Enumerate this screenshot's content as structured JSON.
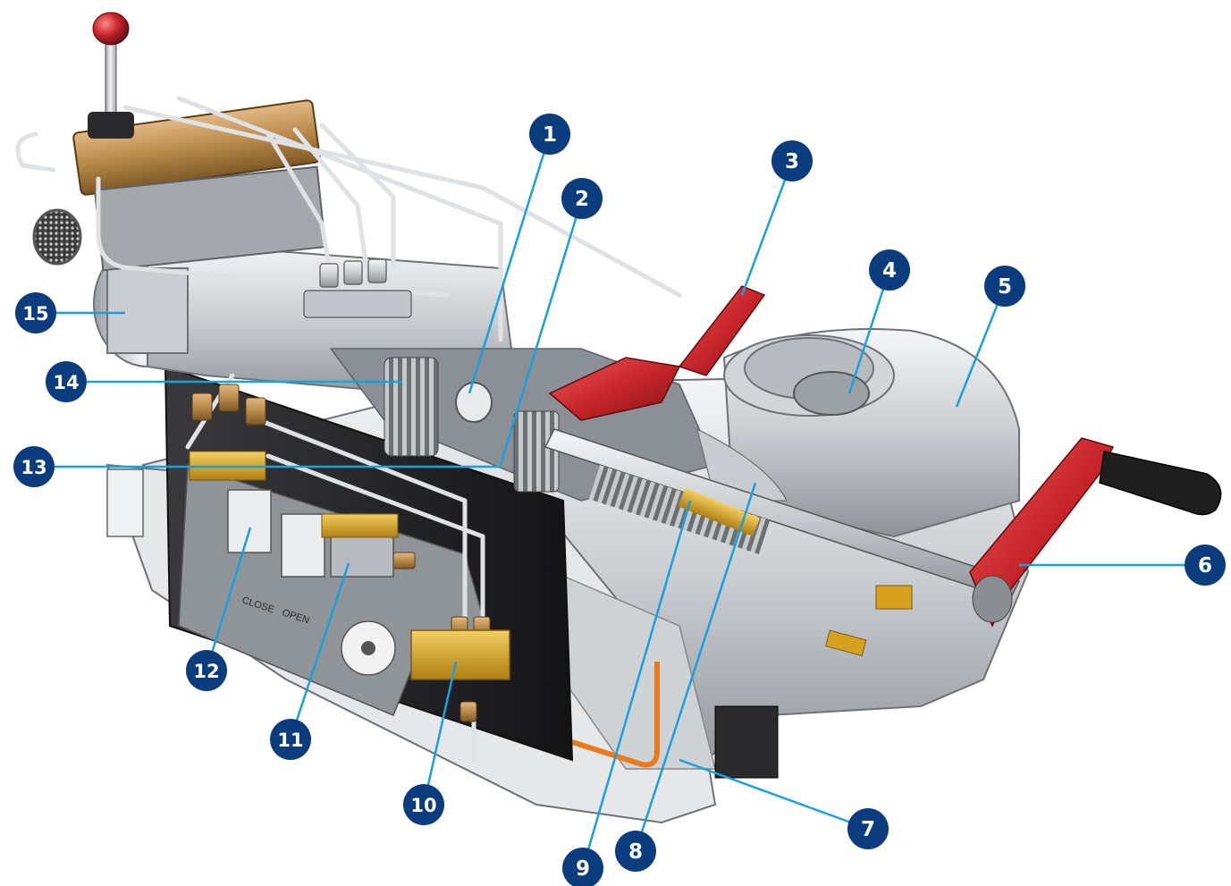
{
  "colors": {
    "badge": "#0b3d7e",
    "leader": "#1aa0dc",
    "handle_red": "#c8262b",
    "brass": "#b98a4a",
    "housing": "#d8dadd",
    "dark_plate": "#2a2a2c",
    "gold": "#d6a21e",
    "orange_tube": "#e87b1e"
  },
  "callouts": [
    {
      "id": "c1",
      "label": "1"
    },
    {
      "id": "c2",
      "label": "2"
    },
    {
      "id": "c3",
      "label": "3"
    },
    {
      "id": "c4",
      "label": "4"
    },
    {
      "id": "c5",
      "label": "5"
    },
    {
      "id": "c6",
      "label": "6"
    },
    {
      "id": "c7",
      "label": "7"
    },
    {
      "id": "c8",
      "label": "8"
    },
    {
      "id": "c9",
      "label": "9"
    },
    {
      "id": "c10",
      "label": "10"
    },
    {
      "id": "c11",
      "label": "11"
    },
    {
      "id": "c12",
      "label": "12"
    },
    {
      "id": "c13",
      "label": "13"
    },
    {
      "id": "c14",
      "label": "14"
    },
    {
      "id": "c15",
      "label": "15"
    }
  ],
  "plate_text": {
    "close": "CLOSE",
    "open": "OPEN"
  }
}
